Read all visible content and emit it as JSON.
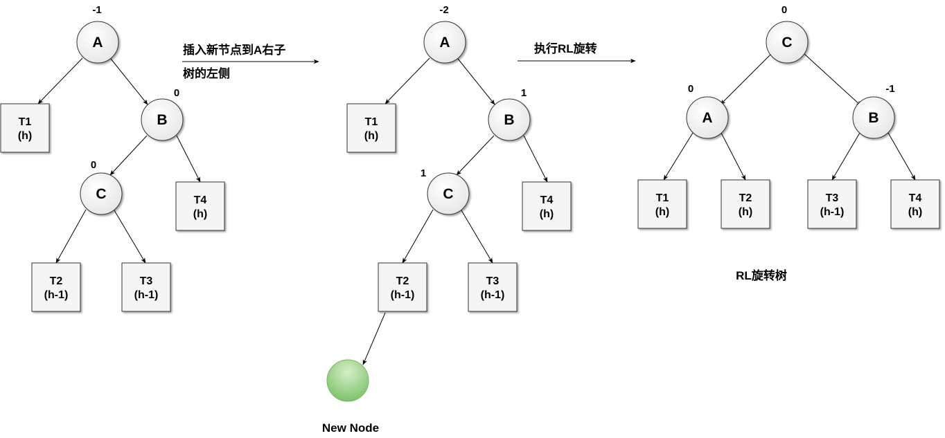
{
  "captions": {
    "insert_line1": "插入新节点到A右子",
    "insert_line2": "树的左侧",
    "rotate": "执行RL旋转",
    "result": "RL旋转树",
    "new_node": "New Node"
  },
  "tree1": {
    "nodes": {
      "a": "A",
      "b": "B",
      "c": "C"
    },
    "balances": {
      "a": "-1",
      "b": "0",
      "c": "0"
    },
    "subtrees": {
      "t1": {
        "name": "T1",
        "height": "(h)"
      },
      "t4": {
        "name": "T4",
        "height": "(h)"
      },
      "t2": {
        "name": "T2",
        "height": "(h-1)"
      },
      "t3": {
        "name": "T3",
        "height": "(h-1)"
      }
    }
  },
  "tree2": {
    "nodes": {
      "a": "A",
      "b": "B",
      "c": "C"
    },
    "balances": {
      "a": "-2",
      "b": "1",
      "c": "1"
    },
    "subtrees": {
      "t1": {
        "name": "T1",
        "height": "(h)"
      },
      "t4": {
        "name": "T4",
        "height": "(h)"
      },
      "t2": {
        "name": "T2",
        "height": "(h-1)"
      },
      "t3": {
        "name": "T3",
        "height": "(h-1)"
      }
    }
  },
  "tree3": {
    "nodes": {
      "c": "C",
      "a": "A",
      "b": "B"
    },
    "balances": {
      "c": "0",
      "a": "0",
      "b": "-1"
    },
    "subtrees": {
      "t1": {
        "name": "T1",
        "height": "(h)"
      },
      "t2": {
        "name": "T2",
        "height": "(h)"
      },
      "t3": {
        "name": "T3",
        "height": "(h-1)"
      },
      "t4": {
        "name": "T4",
        "height": "(h)"
      }
    }
  },
  "colors": {
    "new_node_fill": "#8fd27f",
    "new_node_stroke": "#82b366",
    "node_fill": "#f5f5f5",
    "stroke": "#333333"
  }
}
